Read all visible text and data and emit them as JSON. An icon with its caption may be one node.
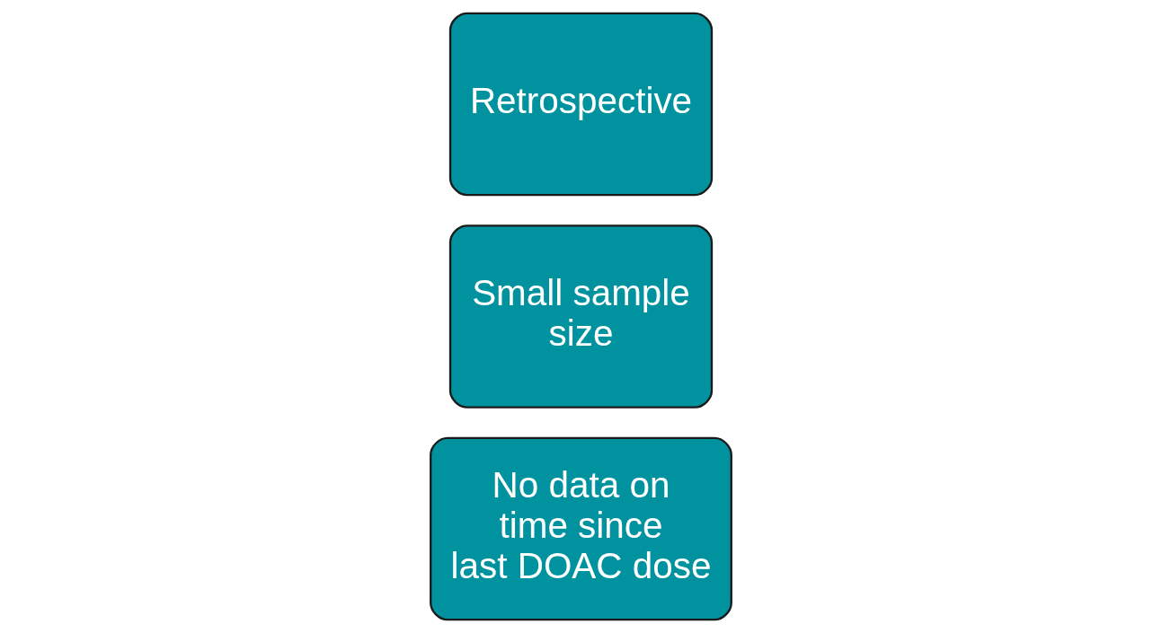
{
  "diagram": {
    "nodes": [
      {
        "text": [
          "Retrospective"
        ]
      },
      {
        "text": [
          "Small sample size"
        ]
      },
      {
        "text": [
          "No data on time since last DOAC dose"
        ]
      }
    ]
  }
}
